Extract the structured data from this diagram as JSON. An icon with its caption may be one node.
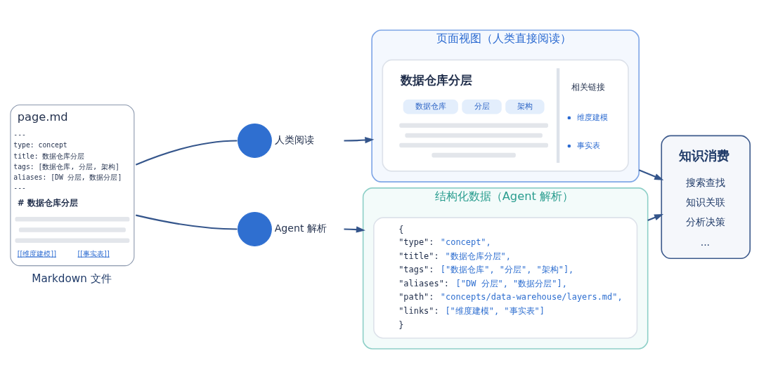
{
  "diagram": {
    "nodes": [
      {
        "text": [
          "page.md",
          "---",
          "type: concept",
          "title: 数据仓库分层",
          "tags: [数据仓库, 分层, 架构]",
          "aliases: [DW 分层, 数据分层]",
          "---",
          "# 数据仓库分层",
          "[[维度建模]]",
          "[[事实表]]"
        ],
        "beside": [
          "Markdown 文件"
        ]
      },
      {
        "text": [],
        "shape": "circle",
        "beside": [
          "人类阅读"
        ]
      },
      {
        "text": [
          "页面视图（人类直接阅读）"
        ]
      },
      {
        "text": [
          "数据仓库分层",
          "数据仓库",
          "分层",
          "架构",
          "相关链接",
          "维度建模",
          "事实表"
        ],
        "in": 2
      },
      {
        "text": [],
        "shape": "circle",
        "beside": [
          "Agent 解析"
        ]
      },
      {
        "text": [
          "结构化数据（Agent 解析）"
        ]
      },
      {
        "text": [
          "{",
          "\"type\": \"concept\",",
          "\"title\": \"数据仓库分层\",",
          "\"tags\": [\"数据仓库\", \"分层\", \"架构\"],",
          "\"aliases\": [\"DW 分层\", \"数据分层\"],",
          "\"path\": \"concepts/data-warehouse/layers.md\",",
          "\"links\": [\"维度建模\", \"事实表\"]",
          "}"
        ],
        "in": 5
      },
      {
        "text": [
          "知识消费",
          "搜索查找",
          "知识关联",
          "分析决策",
          "..."
        ]
      }
    ],
    "edges": [
      {
        "from": 0,
        "to": 1,
        "arrow": "none"
      },
      {
        "from": 0,
        "to": 4,
        "arrow": "none"
      },
      {
        "from": 1,
        "to": 2,
        "arrow": "to"
      },
      {
        "from": 4,
        "to": 5,
        "arrow": "to"
      },
      {
        "from": 2,
        "to": 7,
        "arrow": "to"
      },
      {
        "from": 5,
        "to": 7,
        "arrow": "to"
      }
    ]
  }
}
